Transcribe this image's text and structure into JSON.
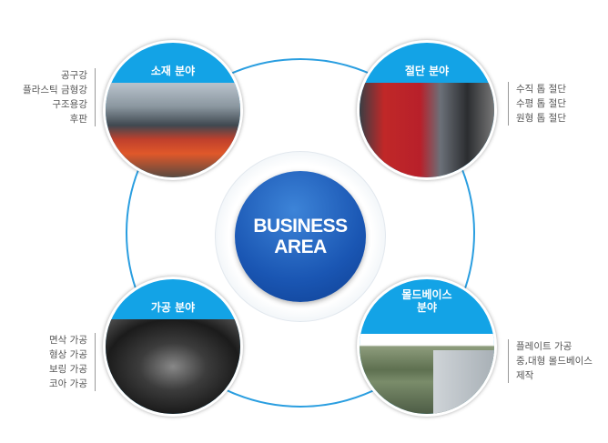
{
  "center": {
    "line1": "BUSINESS",
    "line2": "AREA"
  },
  "areas": [
    {
      "title": "소재 분야",
      "items": [
        "공구강",
        "플라스틱 금형강",
        "구조용강",
        "후판"
      ]
    },
    {
      "title": "절단 분야",
      "items": [
        "수직 톱 절단",
        "수평 톱 절단",
        "원형 톱 절단"
      ]
    },
    {
      "title": "가공 분야",
      "items": [
        "면삭 가공",
        "형상 가공",
        "보링 가공",
        "코아 가공"
      ]
    },
    {
      "title": "몰드베이스\n분야",
      "items": [
        "플레이트 가공",
        "중,대형 몰드베이스",
        "제작"
      ]
    }
  ],
  "colors": {
    "ring": "#2a9ee0",
    "node": "#13a3e6",
    "center": "#1a56b3"
  }
}
